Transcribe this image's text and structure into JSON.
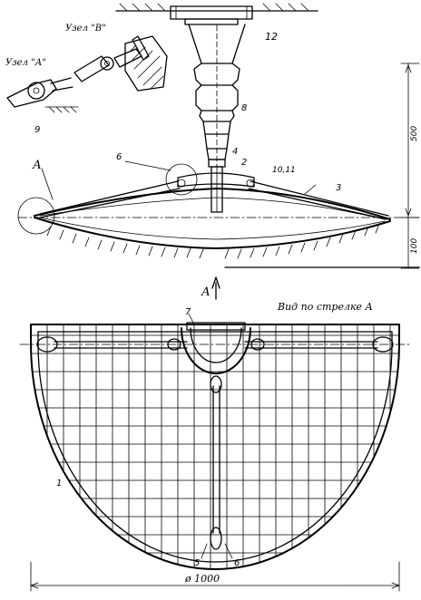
{
  "callouts": {
    "node_a": "Узел \"А\"",
    "node_b": "Узел \"В\"",
    "letter_a": "А",
    "view_a": "А",
    "view_caption": "Вид по стрелке А"
  },
  "part_numbers": {
    "p12": "12",
    "p8": "8",
    "p4": "4",
    "p2": "2",
    "p10_11": "10,11",
    "p6_top": "6",
    "p3": "3",
    "p9": "9",
    "p7": "7",
    "p1": "1",
    "p5": "5",
    "p6_bottom": "6"
  },
  "dimensions": {
    "height_upper": "500",
    "height_lower": "100",
    "diameter": "ø 1000"
  }
}
